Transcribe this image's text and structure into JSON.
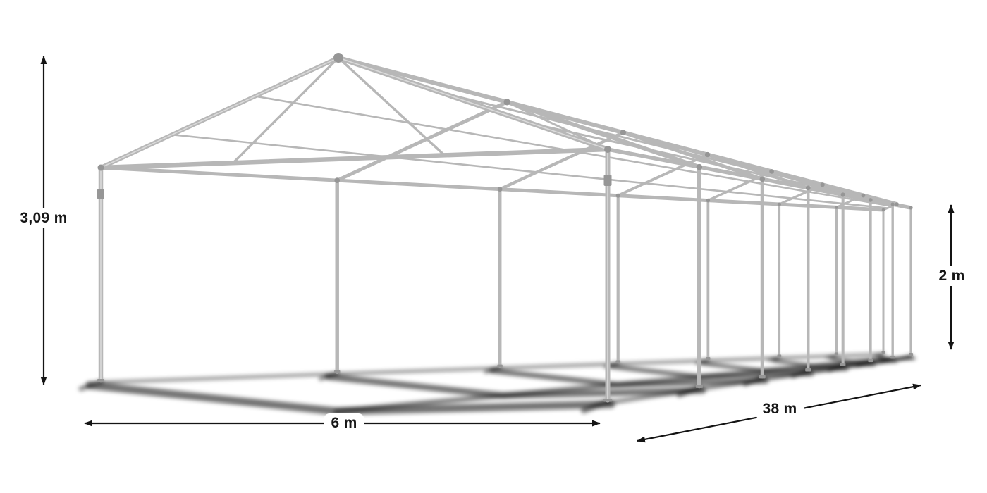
{
  "diagram": {
    "name": "tent-frame-dimension-diagram",
    "background": "#ffffff",
    "frame_color": "#b7b7b7",
    "frame_highlight_color": "#dadada",
    "joint_color": "#969696",
    "shadow_color": "#000000",
    "arrow_color": "#141414",
    "label_background": "#ffffff",
    "label_text_color": "#161616",
    "dimensions": {
      "total_height": "3,09 m",
      "width": "6 m",
      "length": "38 m",
      "side_height": "2 m"
    }
  }
}
